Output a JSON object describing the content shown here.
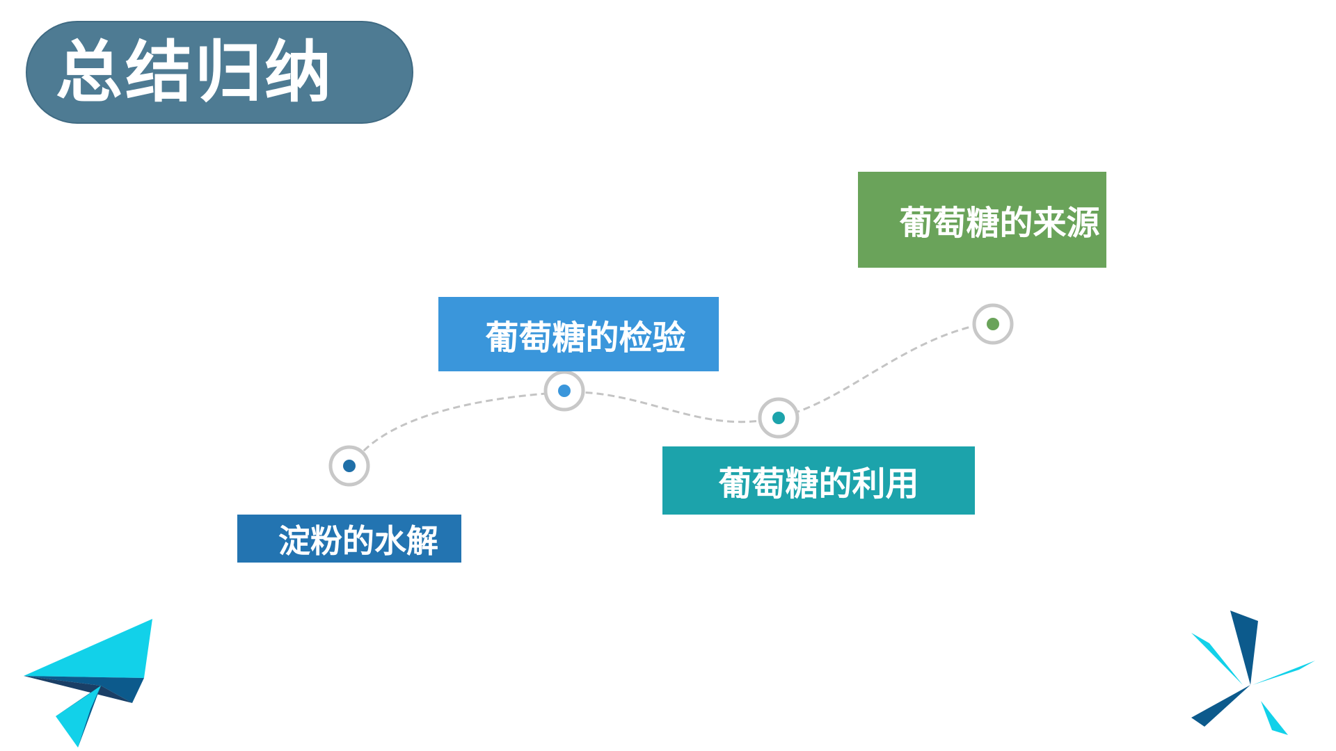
{
  "header": {
    "title": "总结归纳"
  },
  "steps": [
    {
      "label": "淀粉的水解",
      "box_color": "#2374b1",
      "dot_color": "#1f6fa8"
    },
    {
      "label": "葡萄糖的检验",
      "box_color": "#3a96db",
      "dot_color": "#3a96db"
    },
    {
      "label": "葡萄糖的利用",
      "box_color": "#1ca3ab",
      "dot_color": "#1ca3ab"
    },
    {
      "label": "葡萄糖的来源",
      "box_color": "#6aa35a",
      "dot_color": "#6aa35a"
    }
  ],
  "colors": {
    "title_pill": "#4e7b93",
    "connector": "#c4c4c4",
    "ring": "#c8c8c8",
    "deco_dark": "#0c5a8c",
    "deco_light": "#12d1e9"
  },
  "icons": {
    "bottom_left": "paper-plane-icon",
    "bottom_right": "pinwheel-icon"
  }
}
